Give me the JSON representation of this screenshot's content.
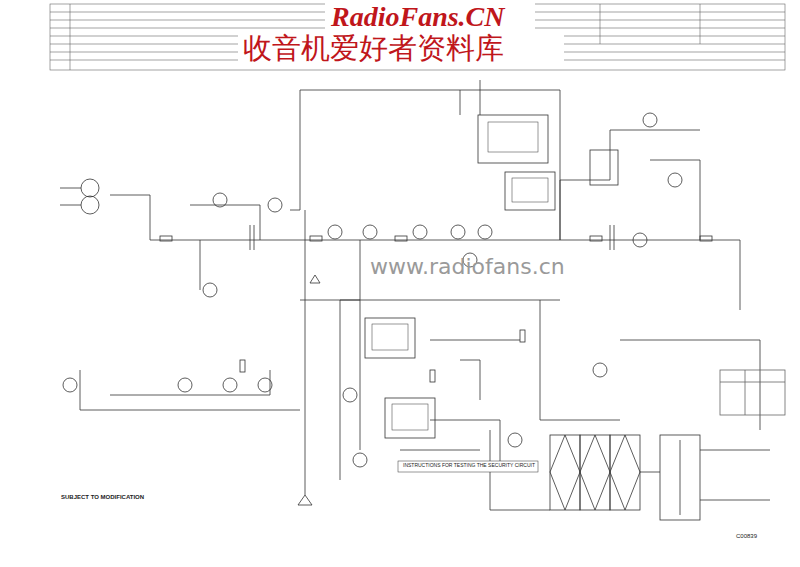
{
  "diagram": {
    "labels": [
      "RadioFans.CN",
      "收音机爱好者资料库",
      "www.radiofans.cn",
      "SUBJECT TO MODIFICATION",
      "INSTRUCTIONS FOR TESTING THE SECURITY CIRCUIT",
      "C00839"
    ]
  }
}
